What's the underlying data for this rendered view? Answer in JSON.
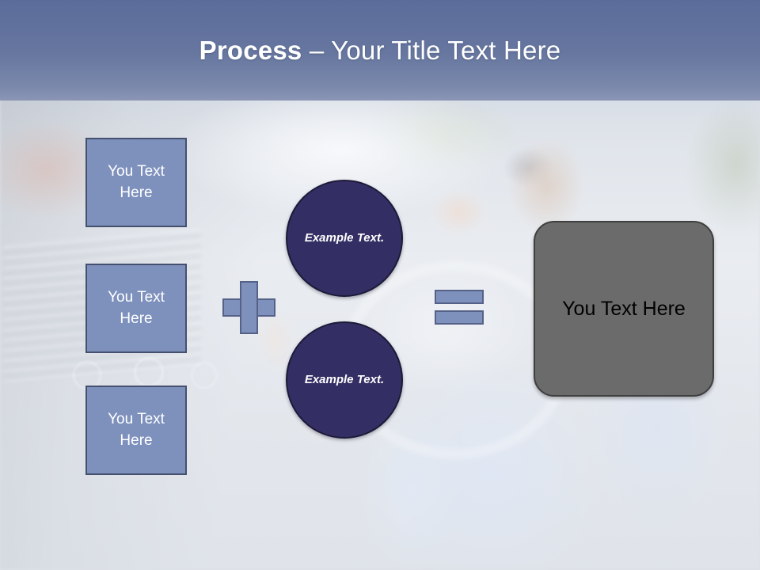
{
  "slide": {
    "title": {
      "bold_part": "Process",
      "rest_part": " – Your Title Text Here",
      "full": "Process – Your Title Text Here"
    },
    "background": {
      "description": "blurred photo of a person driving a car, seen from the passenger side",
      "title_band_color": "#5b6c9b"
    },
    "left_boxes": [
      {
        "label": "You Text Here"
      },
      {
        "label": "You Text Here"
      },
      {
        "label": "You Text Here"
      }
    ],
    "operators": {
      "plus": "+",
      "equals": "="
    },
    "circles": [
      {
        "label": "Example Text."
      },
      {
        "label": "Example Text."
      }
    ],
    "result": {
      "label": "You Text Here"
    },
    "colors": {
      "box_fill": "#7e91bd",
      "box_border": "#44506e",
      "circle_fill": "#332f64",
      "circle_border": "#1c1a38",
      "result_fill": "#6b6b6b",
      "result_border": "#3f3f3f",
      "title_text": "#ffffff",
      "result_text": "#000000"
    }
  }
}
